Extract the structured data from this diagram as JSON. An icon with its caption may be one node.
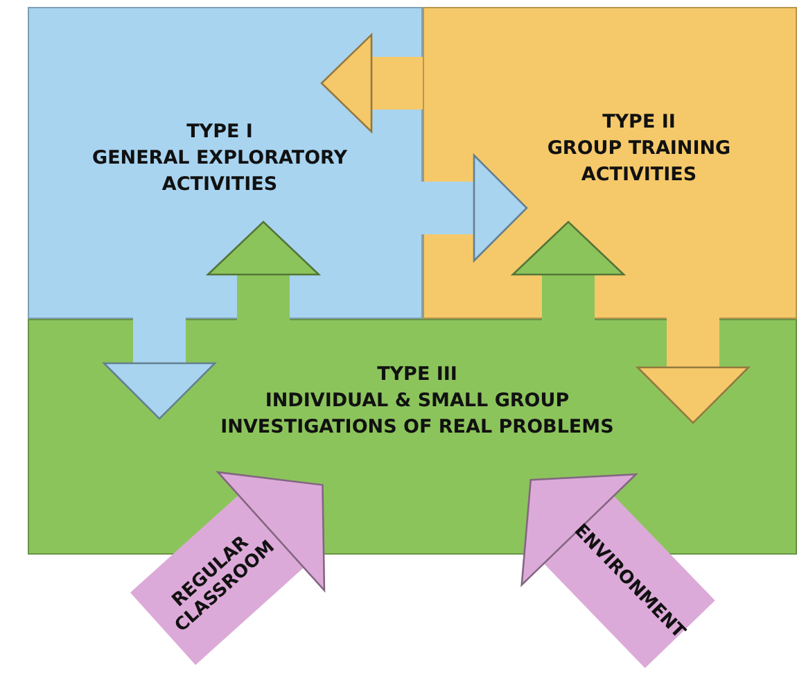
{
  "diagram": {
    "nodes": [
      {
        "text": [
          "TYPE I",
          "GENERAL EXPLORATORY ACTIVITIES"
        ]
      },
      {
        "text": [
          "TYPE II",
          "GROUP TRAINING ACTIVITIES"
        ]
      },
      {
        "text": [
          "TYPE III",
          "INDIVIDUAL & SMALL GROUP INVESTIGATIONS OF REAL PROBLEMS"
        ]
      }
    ],
    "edges": [
      {
        "from": 1,
        "to": 0,
        "arrow": "to",
        "color": "#f5c96a"
      },
      {
        "from": 0,
        "to": 1,
        "arrow": "to",
        "color": "#a8d4f0"
      },
      {
        "from": 2,
        "to": 0,
        "arrow": "to",
        "color": "#8cc45c"
      },
      {
        "from": 0,
        "to": 2,
        "arrow": "to",
        "color": "#a8d4f0"
      },
      {
        "from": 2,
        "to": 1,
        "arrow": "to",
        "color": "#8cc45c"
      },
      {
        "from": 1,
        "to": 2,
        "arrow": "to",
        "color": "#f5c96a"
      },
      {
        "from": null,
        "to": 2,
        "arrow": "to",
        "label": "REGULAR CLASSROOM",
        "style": "thick",
        "color": "#dcaad8"
      },
      {
        "from": null,
        "to": 2,
        "arrow": "to",
        "label": "ENVIRONMENT",
        "style": "thick",
        "color": "#dcaad8"
      }
    ]
  }
}
